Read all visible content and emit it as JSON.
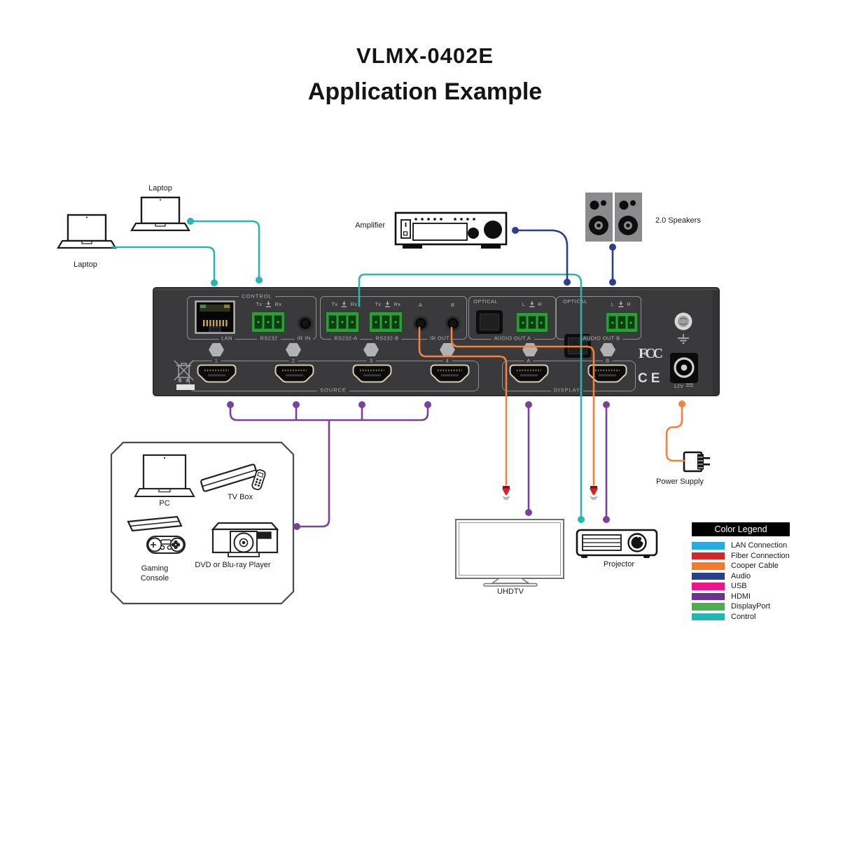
{
  "title": {
    "model": "VLMX-0402E",
    "subtitle": "Application Example"
  },
  "devices": {
    "laptop_top": "Laptop",
    "laptop_left": "Laptop",
    "amplifier": "Amplifier",
    "speakers": "2.0 Speakers",
    "pc": "PC",
    "tv_box": "TV Box",
    "gaming_console": "Gaming Console",
    "dvd_player": "DVD or Blu-ray Player",
    "uhdtv": "UHDTV",
    "projector": "Projector",
    "power_supply": "Power Supply"
  },
  "panel": {
    "groups": {
      "control": "CONTROL",
      "optical_a": "OPTICAL",
      "optical_b": "OPTICAL"
    },
    "pin_labels": {
      "tx": "Tx",
      "rx": "Rx",
      "l": "L",
      "r": "R"
    },
    "port_labels": {
      "lan": "LAN",
      "rs232": "RS232",
      "ir_in": "IR IN",
      "rs232_a": "RS232-A",
      "rs232_b": "RS232-B",
      "ir_out": "IR OUT",
      "audio_out_a": "AUDIO OUT A",
      "audio_out_b": "AUDIO OUT B",
      "source": "SOURCE",
      "display": "DISPLAY",
      "power": "12V"
    },
    "ir_jacks": {
      "a": "A",
      "b": "B"
    },
    "source_ports": [
      "1",
      "2",
      "3",
      "4"
    ],
    "display_ports": [
      "A",
      "B"
    ],
    "certifications": {
      "fcc": "FCC",
      "ce": "CE"
    }
  },
  "legend": {
    "header": "Color Legend",
    "items": [
      {
        "label": "LAN Connection",
        "color": "#29ABE2"
      },
      {
        "label": "Fiber Connection",
        "color": "#D0262C"
      },
      {
        "label": "Cooper Cable",
        "color": "#F47B2C"
      },
      {
        "label": "Audio",
        "color": "#2B3F8F"
      },
      {
        "label": "USB",
        "color": "#EC158C"
      },
      {
        "label": "HDMI",
        "color": "#6C3292"
      },
      {
        "label": "DisplayPort",
        "color": "#4CAE51"
      },
      {
        "label": "Control",
        "color": "#22B7B3"
      }
    ]
  },
  "connection_colors": {
    "control": "#2BB5B1",
    "audio": "#2B3F8F",
    "hdmi": "#7B3F9D",
    "copper": "#F5823B"
  }
}
